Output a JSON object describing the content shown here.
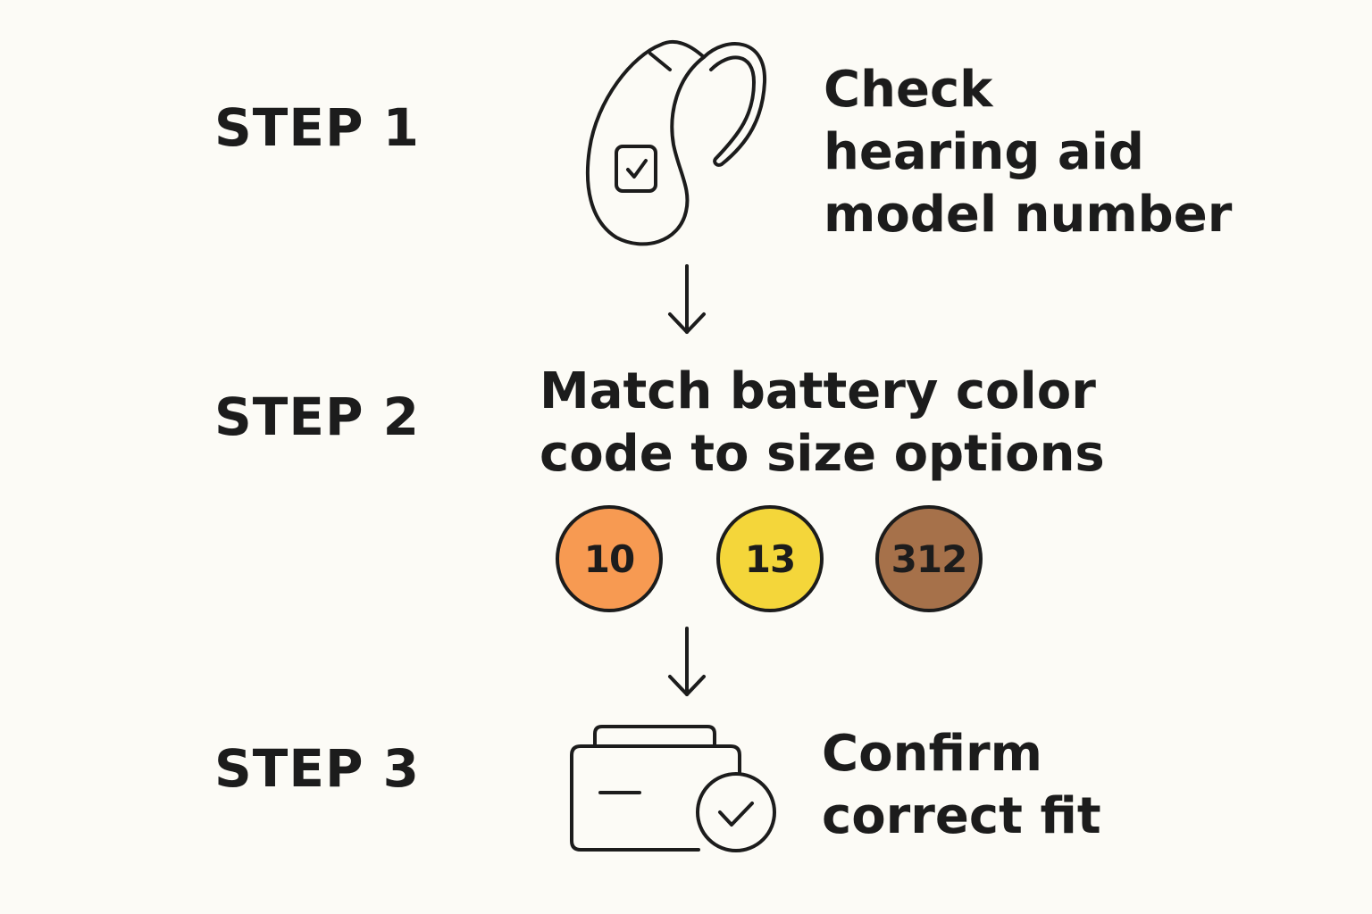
{
  "steps": [
    {
      "label": "STEP 1",
      "description": "Check\nhearing aid\nmodel number",
      "icon": "hearing-aid-icon"
    },
    {
      "label": "STEP 2",
      "description": "Match battery color\ncode to size options",
      "icon": "battery-size-chips"
    },
    {
      "label": "STEP 3",
      "description": "Confirm\ncorrect fit",
      "icon": "battery-card-check-icon"
    }
  ],
  "battery_sizes": [
    {
      "label": "10",
      "color": "#f79a52"
    },
    {
      "label": "13",
      "color": "#f4d63a"
    },
    {
      "label": "312",
      "color": "#a6714a"
    }
  ],
  "colors": {
    "background": "#fcfbf6",
    "ink": "#1c1c1c"
  }
}
